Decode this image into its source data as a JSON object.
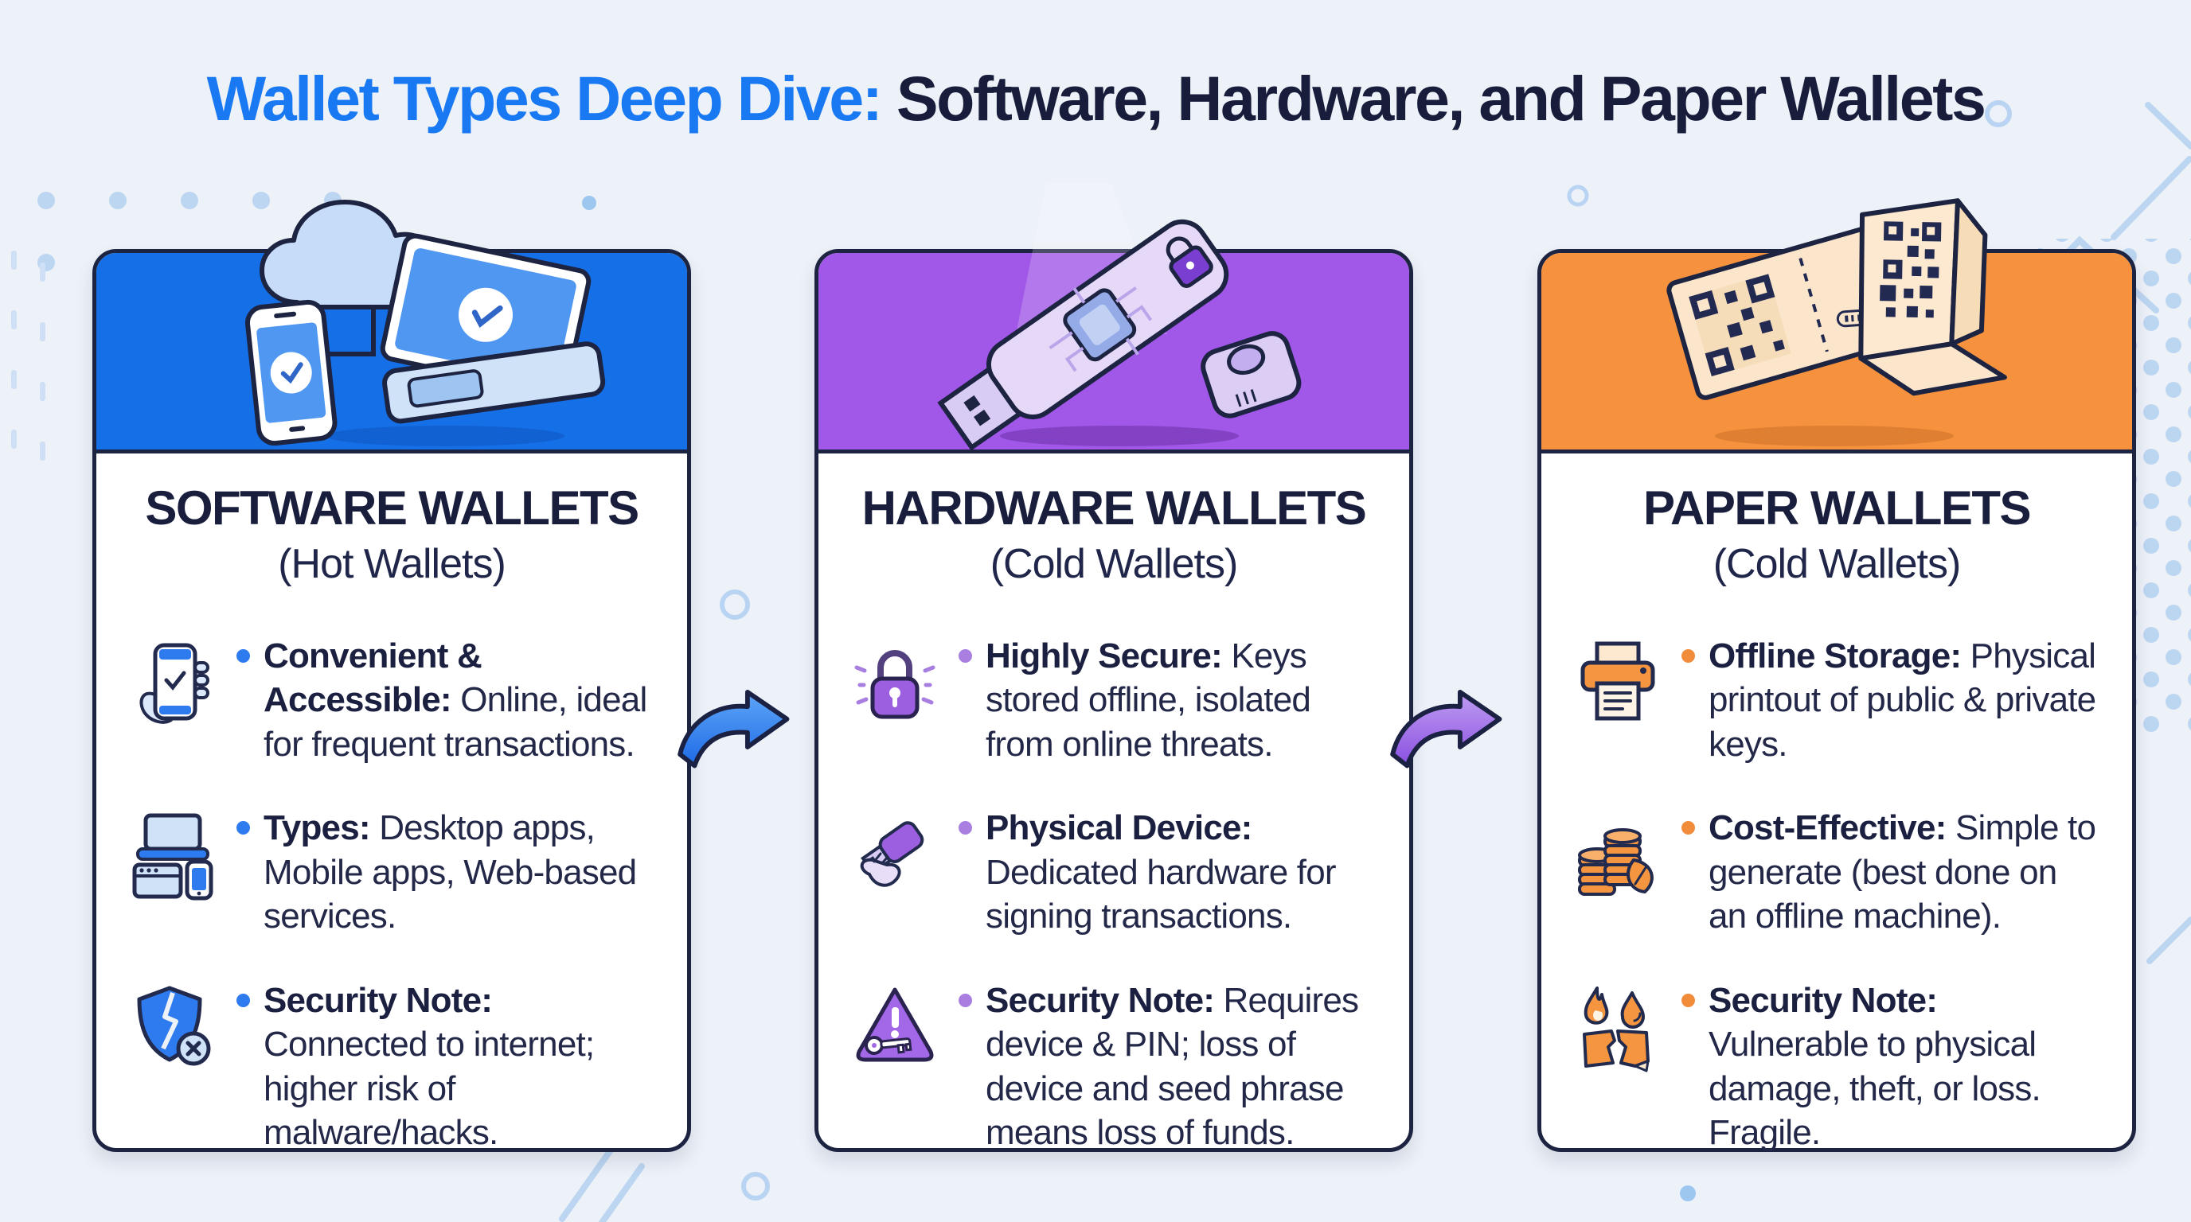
{
  "page": {
    "background_color": "#edf1f8"
  },
  "title": {
    "highlight": "Wallet Types Deep Dive:",
    "rest": "Software, Hardware, and Paper Wallets",
    "highlight_color": "#1879f2",
    "text_color": "#181d3b"
  },
  "cards": [
    {
      "title": "SOFTWARE WALLETS",
      "subtitle": "(Hot Wallets)",
      "accent_color": "#1570e8",
      "header_illustration": "cloud-laptop-phone",
      "bullets": [
        {
          "icon": "hand-phone-check-icon",
          "label": "Convenient & Accessible:",
          "text": "Online, ideal for frequent transactions."
        },
        {
          "icon": "devices-icon",
          "label": "Types:",
          "text": "Desktop apps, Mobile apps, Web-based services."
        },
        {
          "icon": "broken-shield-icon",
          "label": "Security Note:",
          "text": "Connected to internet; higher risk of malware/hacks."
        }
      ]
    },
    {
      "title": "HARDWARE WALLETS",
      "subtitle": "(Cold Wallets)",
      "accent_color": "#a157e8",
      "header_illustration": "usb-hardware-wallet",
      "bullets": [
        {
          "icon": "padlock-icon",
          "label": "Highly Secure:",
          "text": "Keys stored offline, isolated from online threats."
        },
        {
          "icon": "hand-usb-icon",
          "label": "Physical Device:",
          "text": "Dedicated hardware for signing transactions."
        },
        {
          "icon": "warning-key-icon",
          "label": "Security Note:",
          "text": "Requires device & PIN; loss of device and seed phrase means loss of funds."
        }
      ]
    },
    {
      "title": "PAPER WALLETS",
      "subtitle": "(Cold Wallets)",
      "accent_color": "#f6923e",
      "header_illustration": "paper-qr-wallet",
      "bullets": [
        {
          "icon": "printer-icon",
          "label": "Offline Storage:",
          "text": "Physical printout of public & private keys."
        },
        {
          "icon": "coins-leaf-icon",
          "label": "Cost-Effective:",
          "text": "Simple to generate (best done on an offline machine)."
        },
        {
          "icon": "burning-paper-icon",
          "label": "Security Note:",
          "text": "Vulnerable to physical damage, theft, or loss. Fragile."
        }
      ]
    }
  ],
  "arrows": [
    {
      "name": "arrow-software-to-hardware",
      "color": "#2d72f0"
    },
    {
      "name": "arrow-hardware-to-paper",
      "color": "#9b66e8"
    }
  ]
}
